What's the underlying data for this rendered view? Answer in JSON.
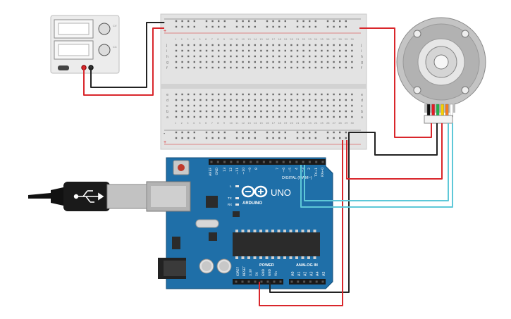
{
  "psu": {
    "knob_labels": [
      "CV",
      "CC"
    ]
  },
  "breadboard": {
    "top_rails": [
      "-",
      "+"
    ],
    "bottom_rails": [
      "-",
      "+"
    ],
    "row_letters_top": [
      "j",
      "i",
      "h",
      "g",
      "f"
    ],
    "row_letters_bottom": [
      "e",
      "d",
      "c",
      "b",
      "a"
    ],
    "columns": 30
  },
  "arduino": {
    "brand": "ARDUINO",
    "model": "UNO",
    "digital_label": "DIGITAL (PWM~)",
    "power_label": "POWER",
    "analog_label": "ANALOG IN",
    "led_labels": [
      "L",
      "TX",
      "RX"
    ],
    "top_header_pins": [
      "AREF",
      "GND",
      "13",
      "12",
      "~11",
      "~10",
      "~9",
      "8",
      "7",
      "~6",
      "~5",
      "4",
      "~3",
      "2",
      "TX→1",
      "RX←0"
    ],
    "power_pins": [
      "IOREF",
      "RESET",
      "3.3V",
      "5V",
      "GND",
      "GND",
      "Vin"
    ],
    "analog_pins": [
      "A0",
      "A1",
      "A2",
      "A3",
      "A4",
      "A5"
    ]
  },
  "motor": {
    "wire_colors": [
      "#111111",
      "#e31b23",
      "#22b14c",
      "#f7d100",
      "#f47b20",
      "#ffffff"
    ]
  },
  "colors": {
    "board": "#1f6fa8",
    "wire_red": "#d9262b",
    "wire_black": "#222222",
    "wire_teal": "#5ec8d8"
  }
}
